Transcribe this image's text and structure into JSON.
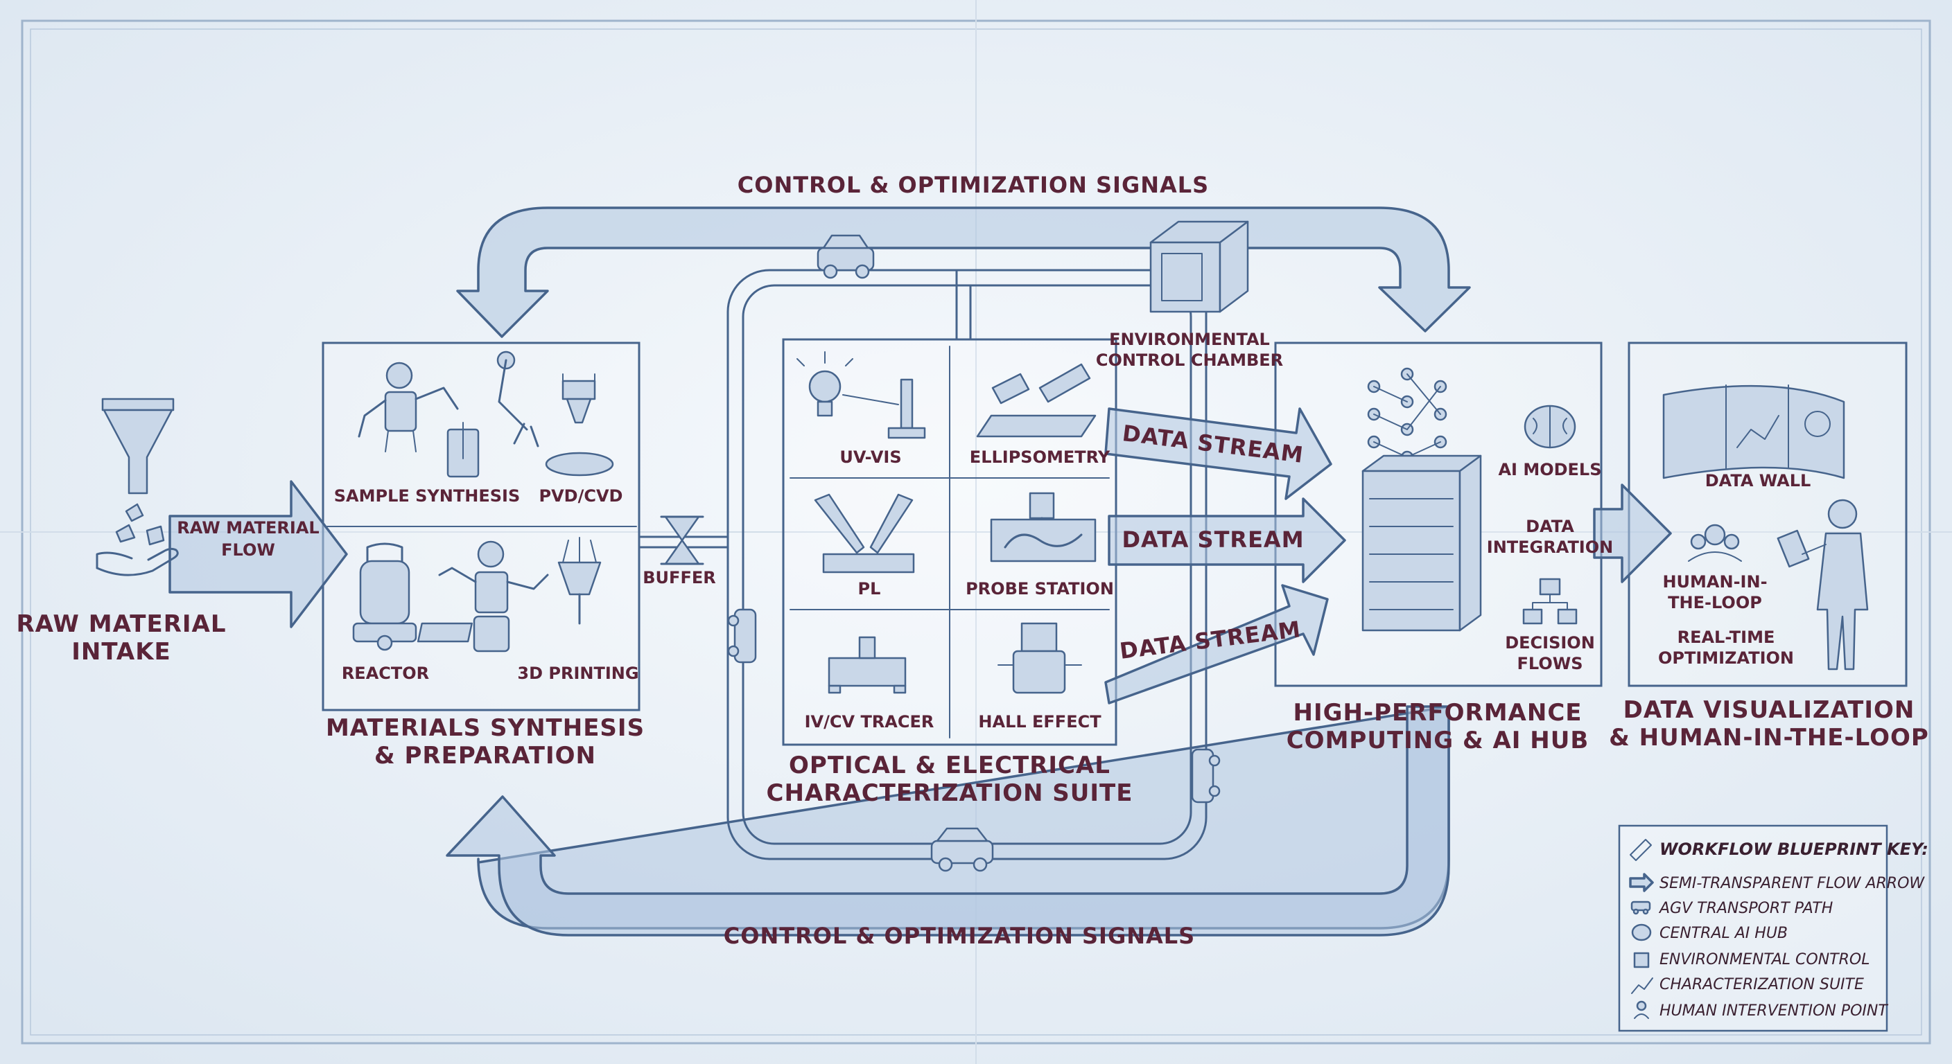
{
  "intake": {
    "title_line1": "RAW MATERIAL",
    "title_line2": "INTAKE",
    "flow_line1": "RAW MATERIAL",
    "flow_line2": "FLOW"
  },
  "synthesis": {
    "title_line1": "MATERIALS SYNTHESIS",
    "title_line2": "& PREPARATION",
    "items": [
      "SAMPLE SYNTHESIS",
      "PVD/CVD",
      "REACTOR",
      "3D PRINTING"
    ]
  },
  "buffer_label": "BUFFER",
  "signals": {
    "top": "CONTROL & OPTIMIZATION SIGNALS",
    "bottom": "CONTROL & OPTIMIZATION SIGNALS"
  },
  "environment": {
    "line1": "ENVIRONMENTAL",
    "line2": "CONTROL CHAMBER"
  },
  "characterization": {
    "title_line1": "OPTICAL & ELECTRICAL",
    "title_line2": "CHARACTERIZATION SUITE",
    "items": [
      "UV-VIS",
      "ELLIPSOMETRY",
      "PL",
      "PROBE STATION",
      "IV/CV TRACER",
      "HALL EFFECT"
    ]
  },
  "data_streams": [
    "DATA STREAM",
    "DATA STREAM",
    "DATA STREAM"
  ],
  "hub": {
    "title_line1": "HIGH-PERFORMANCE",
    "title_line2": "COMPUTING & AI HUB",
    "ai_models": "AI MODELS",
    "integration_line1": "DATA",
    "integration_line2": "INTEGRATION",
    "decision_line1": "DECISION",
    "decision_line2": "FLOWS"
  },
  "visualization": {
    "title_line1": "DATA VISUALIZATION",
    "title_line2": "& HUMAN-IN-THE-LOOP",
    "data_wall": "DATA WALL",
    "hitl_line1": "HUMAN-IN-",
    "hitl_line2": "THE-LOOP",
    "rto_line1": "REAL-TIME",
    "rto_line2": "OPTIMIZATION"
  },
  "legend": {
    "title": "WORKFLOW BLUEPRINT KEY:",
    "items": [
      {
        "icon": "flow-arrow-icon",
        "label": "SEMI-TRANSPARENT FLOW ARROW"
      },
      {
        "icon": "agv-icon",
        "label": "AGV TRANSPORT PATH"
      },
      {
        "icon": "brain-icon",
        "label": "CENTRAL AI HUB"
      },
      {
        "icon": "cube-icon",
        "label": "ENVIRONMENTAL CONTROL"
      },
      {
        "icon": "chart-icon",
        "label": "CHARACTERIZATION SUITE"
      },
      {
        "icon": "person-icon",
        "label": "HUMAN INTERVENTION POINT"
      }
    ]
  },
  "colors": {
    "ink": "#46648c",
    "label": "#5a2438",
    "paper": "#eef3f8",
    "arrow_fill": "#b0c6e0"
  }
}
